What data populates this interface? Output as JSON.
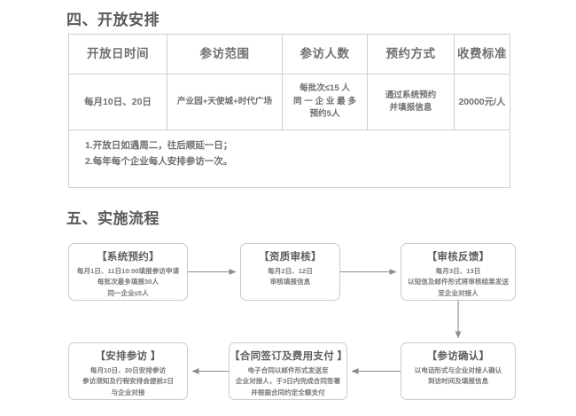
{
  "sections": {
    "open_arrangement": {
      "title": "四、开放安排",
      "table": {
        "headers": [
          "开放日时间",
          "参访范围",
          "参访人数",
          "预约方式",
          "收费标准"
        ],
        "row": {
          "open_days": "每月10日、20日",
          "scope": "产业园+天使城+时代广场",
          "capacity": [
            "每批次≤15 人",
            "同 一 企 业 最 多",
            "预约5人"
          ],
          "booking": [
            "通过系统预约",
            "并填报信息"
          ],
          "fee": "20000元/人"
        },
        "notes": [
          "1.开放日如遇周二，往后顺延一日；",
          "2.每年每个企业每人安排参访一次。"
        ]
      }
    },
    "implementation_flow": {
      "title": "五、实施流程",
      "nodes": [
        {
          "id": "system-booking",
          "title": "【系统预约】",
          "lines": [
            "每月1日、11日10:00填报参访申请",
            "每批次最多填报30人",
            "同一企业≤5人"
          ]
        },
        {
          "id": "qualification-review",
          "title": "【资质审核】",
          "lines": [
            "每月2日、12日",
            "审核填报信息"
          ]
        },
        {
          "id": "review-feedback",
          "title": "【审核反馈】",
          "lines": [
            "每月3日、13日",
            "以短信及邮件形式将审核结果发送",
            "至企业对接人"
          ]
        },
        {
          "id": "visit-confirmation",
          "title": "【参访确认】",
          "lines": [
            "以电话形式与企业对接人确认",
            "到访时间及填报信息"
          ]
        },
        {
          "id": "contract-and-payment",
          "title": "【合同签订及费用支付 】",
          "lines": [
            "电子合同以邮件形式发送至",
            "企业对接人，于3日内完成合同签署",
            "并根据合同约定全额支付"
          ]
        },
        {
          "id": "arrange-visit",
          "title": "【安排参访 】",
          "lines": [
            "每月10日、20日安排参访",
            "参访须知及行程安排会提前2日",
            "与企业对接"
          ]
        }
      ]
    }
  },
  "colors": {
    "text": "#6b6b6b",
    "heading": "#595959",
    "border": "#cfcfcf",
    "box_border": "#c9c9c9",
    "arrow": "#8c8c8c",
    "background": "#ffffff"
  }
}
